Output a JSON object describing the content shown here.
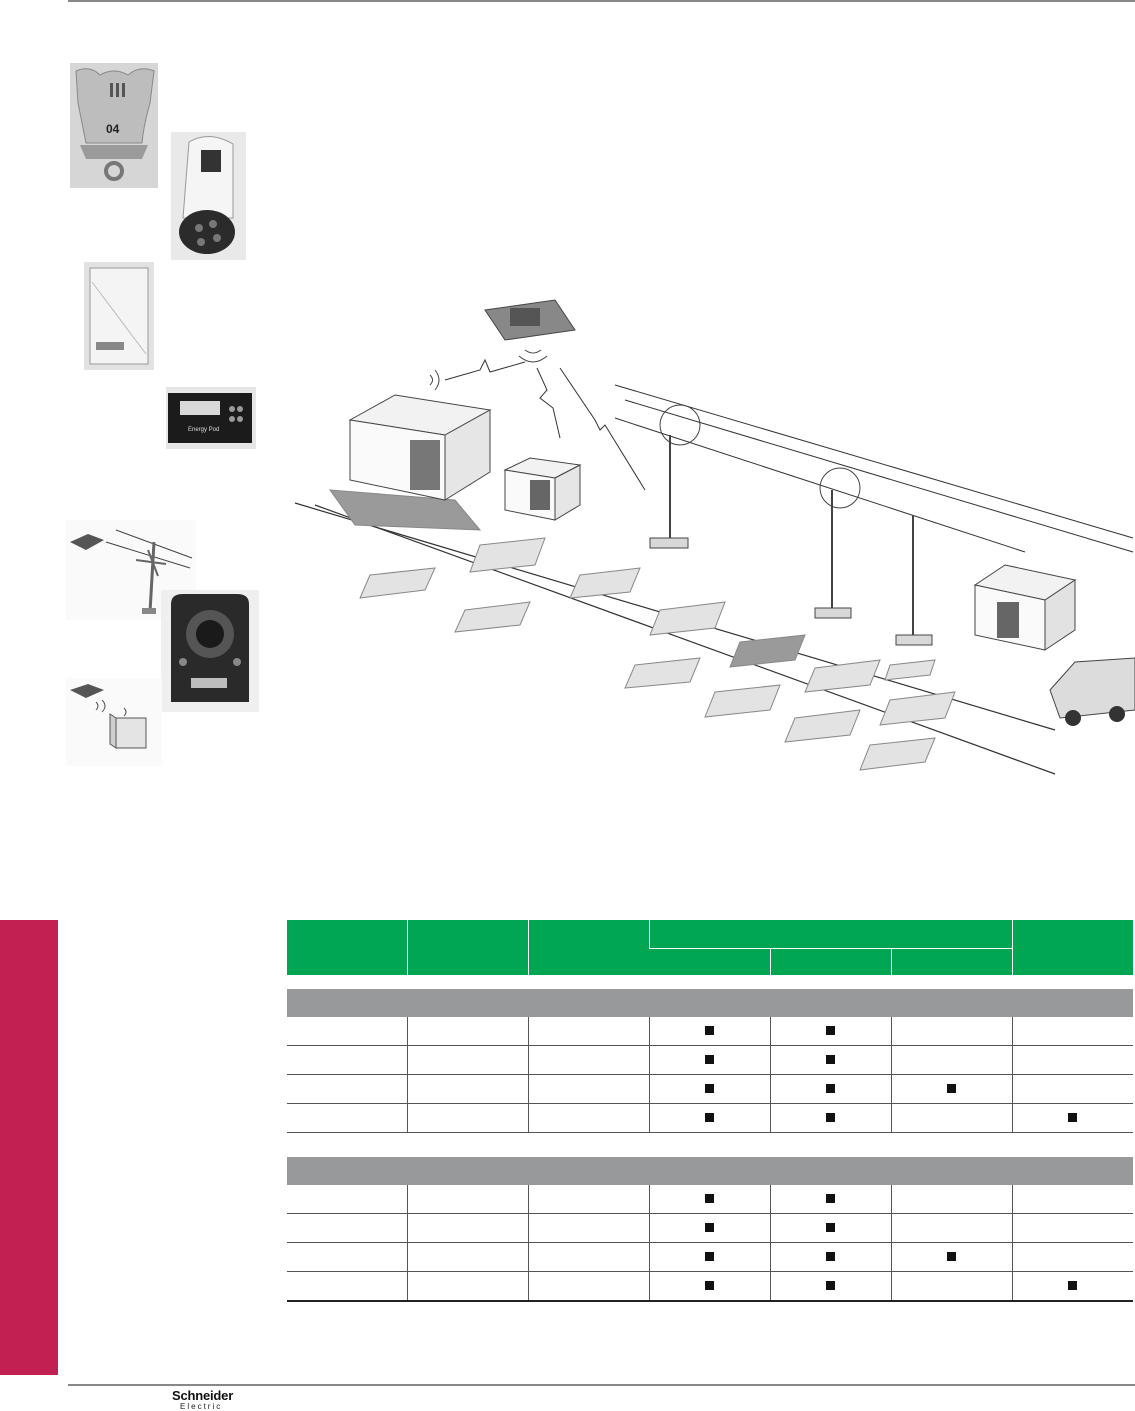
{
  "brand": {
    "name": "Schneider",
    "sub": "Electric"
  },
  "product_photos": [
    {
      "id": "fault-passage-indicator",
      "label": "04"
    },
    {
      "id": "overhead-line-indicator"
    },
    {
      "id": "substation-unit"
    },
    {
      "id": "panel-display",
      "label": "Energy Pod"
    },
    {
      "id": "overhead-network-sketch"
    },
    {
      "id": "camera-indicator"
    },
    {
      "id": "wireless-kiosk-sketch"
    }
  ],
  "table": {
    "sections": [
      {
        "rows": [
          [
            true,
            true,
            false,
            false
          ],
          [
            true,
            true,
            false,
            false
          ],
          [
            true,
            true,
            true,
            false
          ],
          [
            true,
            true,
            false,
            true
          ]
        ]
      },
      {
        "rows": [
          [
            true,
            true,
            false,
            false
          ],
          [
            true,
            true,
            false,
            false
          ],
          [
            true,
            true,
            true,
            false
          ],
          [
            true,
            true,
            false,
            true
          ]
        ]
      }
    ]
  },
  "colors": {
    "accent_green": "#00a651",
    "side_tab": "#c21f52",
    "band_grey": "#97999b"
  }
}
